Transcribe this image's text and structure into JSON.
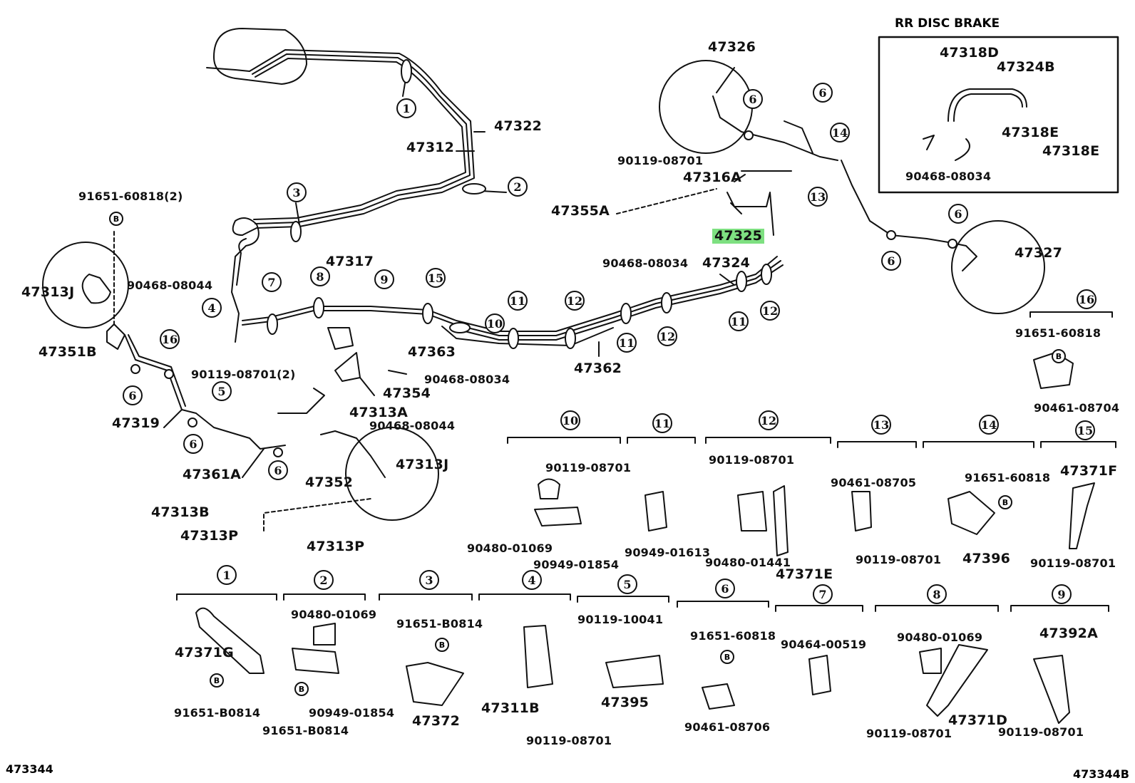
{
  "inset": {
    "title": "RR DISC BRAKE"
  },
  "corner": {
    "left": "473344",
    "right": "473344B"
  },
  "labels": {
    "p47326": "47326",
    "p47322": "47322",
    "p47312": "47312",
    "p91651_60818_2": "91651-60818(2)",
    "p90119_08701_top": "90119-08701",
    "p47316A": "47316A",
    "p47355A": "47355A",
    "p47325": "47325",
    "p90468_08034_mid": "90468-08034",
    "p47324": "47324",
    "p47317": "47317",
    "p47327": "47327",
    "p90468_08044_a": "90468-08044",
    "p47313J_left": "47313J",
    "p47351B": "47351B",
    "p47363": "47363",
    "p90119_08701_2": "90119-08701(2)",
    "p90468_08034_b": "90468-08034",
    "p47354": "47354",
    "p47362": "47362",
    "p47313A": "47313A",
    "p90468_08044_b": "90468-08044",
    "p47319": "47319",
    "p47313J_right": "47313J",
    "p47361A": "47361A",
    "p47352": "47352",
    "p47313B": "47313B",
    "p47313P_a": "47313P",
    "p47313P_b": "47313P",
    "p47318D": "47318D",
    "p47324B": "47324B",
    "p47318E_a": "47318E",
    "p47318E_b": "47318E",
    "p90468_08034_inset": "90468-08034",
    "p91651_60818_r16": "91651-60818",
    "p90461_08704": "90461-08704",
    "c10_90119_08701": "90119-08701",
    "c10_90480_01069": "90480-01069",
    "c10_90949_01854": "90949-01854",
    "c11_90949_01613": "90949-01613",
    "c12_90119_08701": "90119-08701",
    "c12_90480_01441": "90480-01441",
    "c12_47371E": "47371E",
    "c13_90461_08705": "90461-08705",
    "c13_90119_08701": "90119-08701",
    "c14_91651_60818": "91651-60818",
    "c14_47396": "47396",
    "c15_47371F": "47371F",
    "c15_90119_08701": "90119-08701",
    "c1_47371G": "47371G",
    "c1_91651_B0814": "91651-B0814",
    "c2_90480_01069": "90480-01069",
    "c2_90949_01854": "90949-01854",
    "c2_91651_B0814": "91651-B0814",
    "c3_91651_B0814": "91651-B0814",
    "c3_47372": "47372",
    "c4_47311B": "47311B",
    "c4_90119_08701": "90119-08701",
    "c5_90119_10041": "90119-10041",
    "c5_47395": "47395",
    "c6_91651_60818": "91651-60818",
    "c6_90461_08706": "90461-08706",
    "c7_90464_00519": "90464-00519",
    "c8_90480_01069": "90480-01069",
    "c8_47371D": "47371D",
    "c8_90119_08701": "90119-08701",
    "c9_47392A": "47392A",
    "c9_90119_08701": "90119-08701"
  },
  "callouts": {
    "n1": "1",
    "n2": "2",
    "n3": "3",
    "n4": "4",
    "n5": "5",
    "n6": "6",
    "n7": "7",
    "n8": "8",
    "n9": "9",
    "n10": "10",
    "n11": "11",
    "n12": "12",
    "n13": "13",
    "n14": "14",
    "n15": "15",
    "n16": "16"
  },
  "bolt_letter": "B"
}
